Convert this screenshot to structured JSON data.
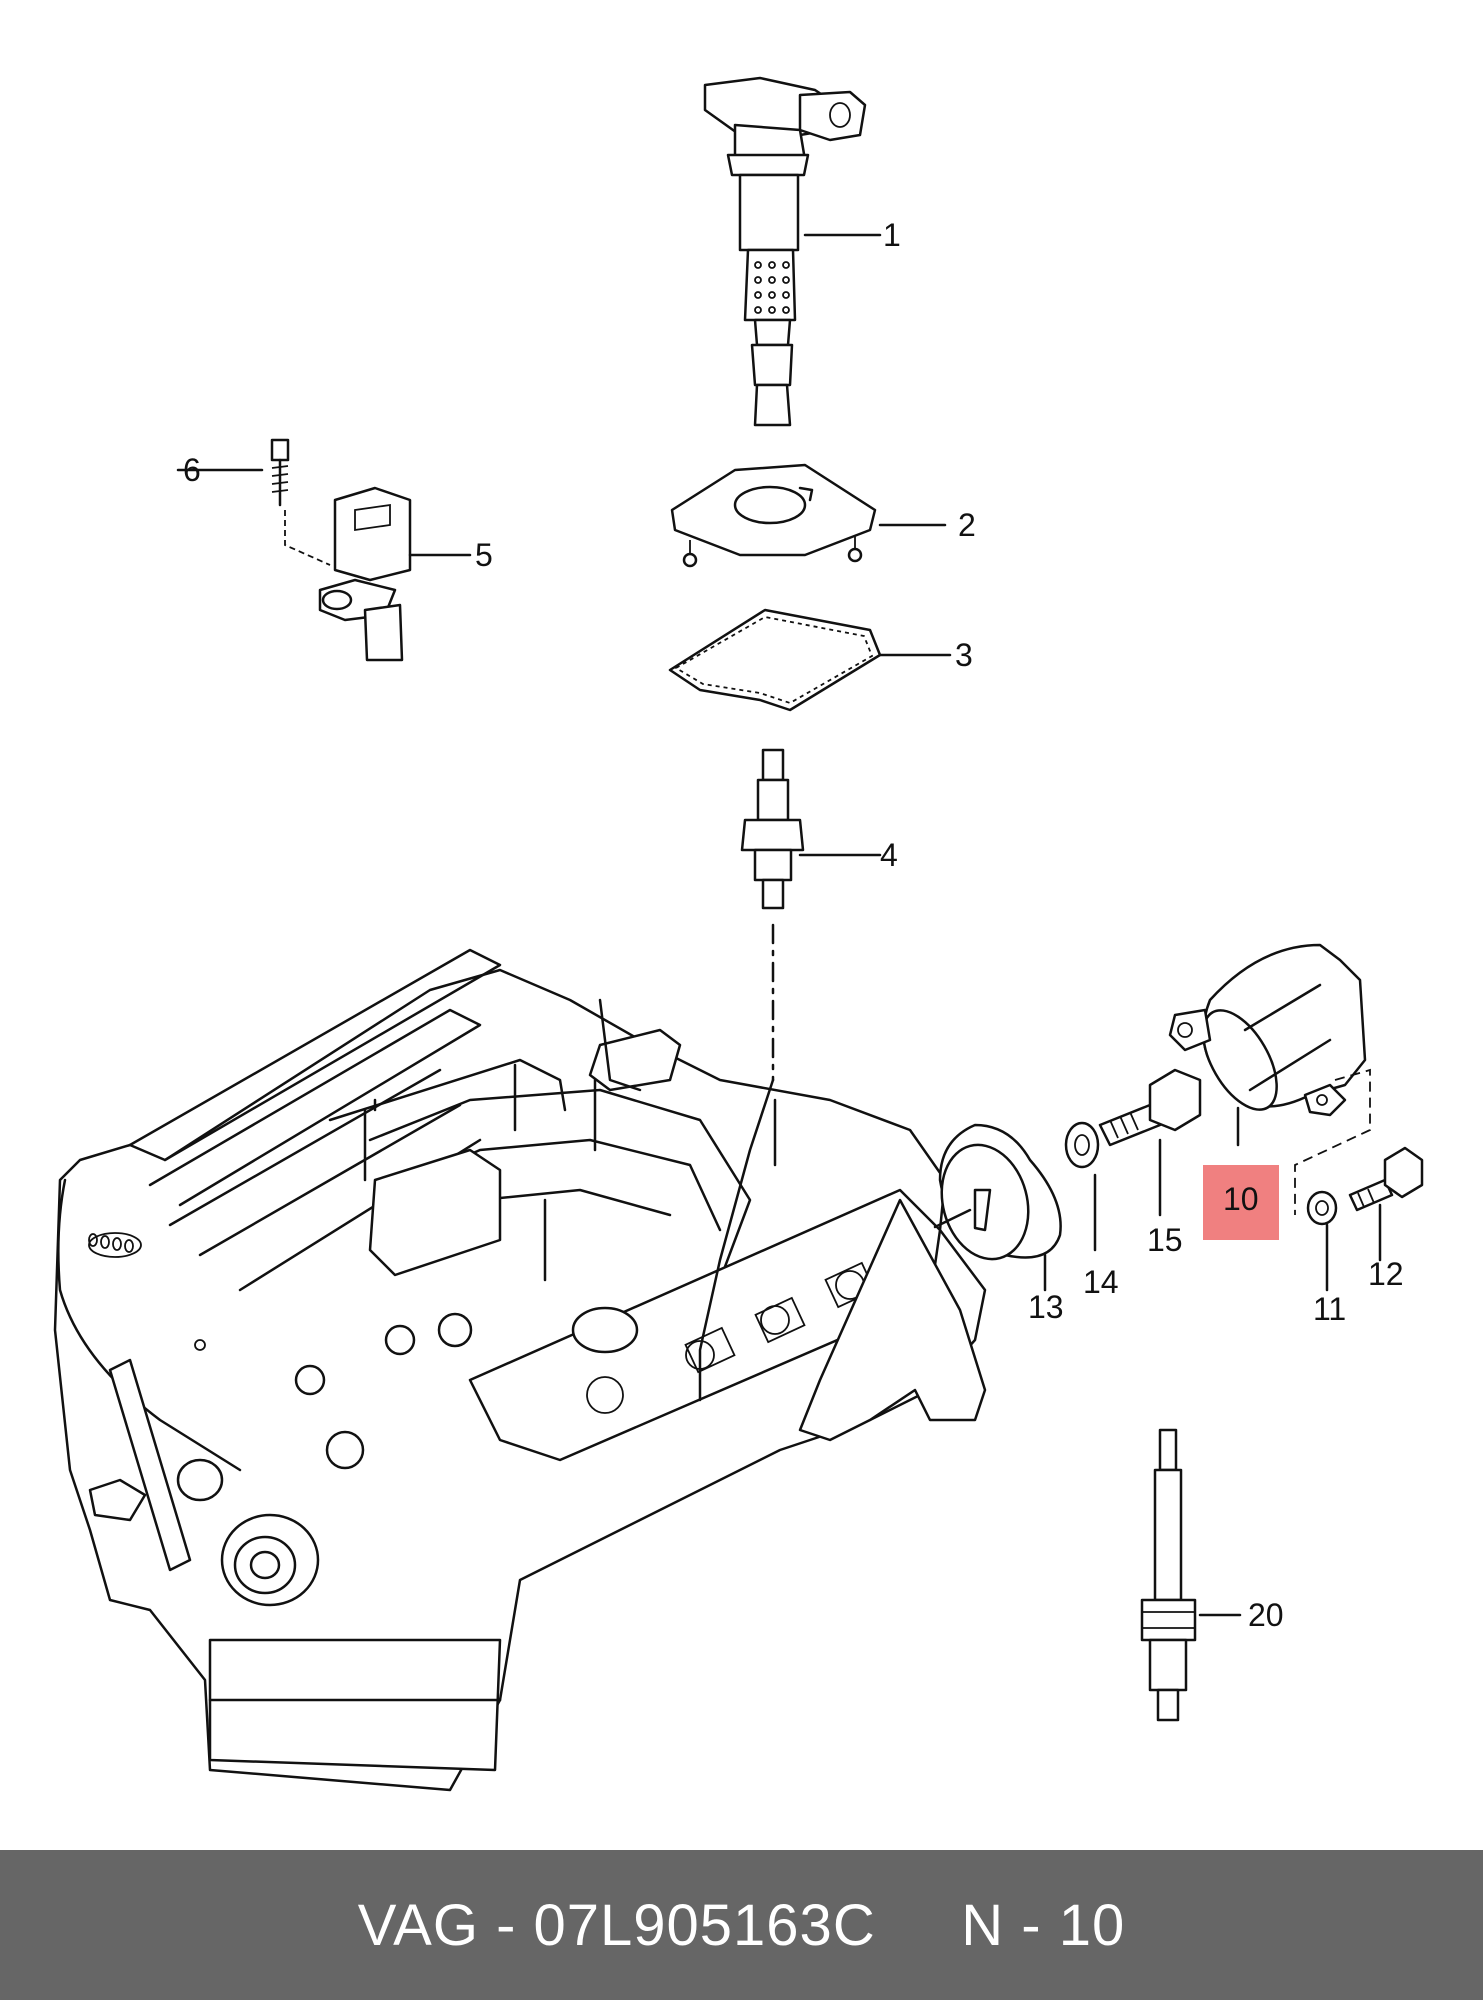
{
  "labels": {
    "p1": "1",
    "p2": "2",
    "p3": "3",
    "p4": "4",
    "p5": "5",
    "p6": "6",
    "p10": "10",
    "p11": "11",
    "p12": "12",
    "p13": "13",
    "p14": "14",
    "p15": "15",
    "p20": "20"
  },
  "highlight_color": "#f08080",
  "footer": {
    "text": "VAG - 07L905163C     N - 10",
    "background": "#666666"
  }
}
